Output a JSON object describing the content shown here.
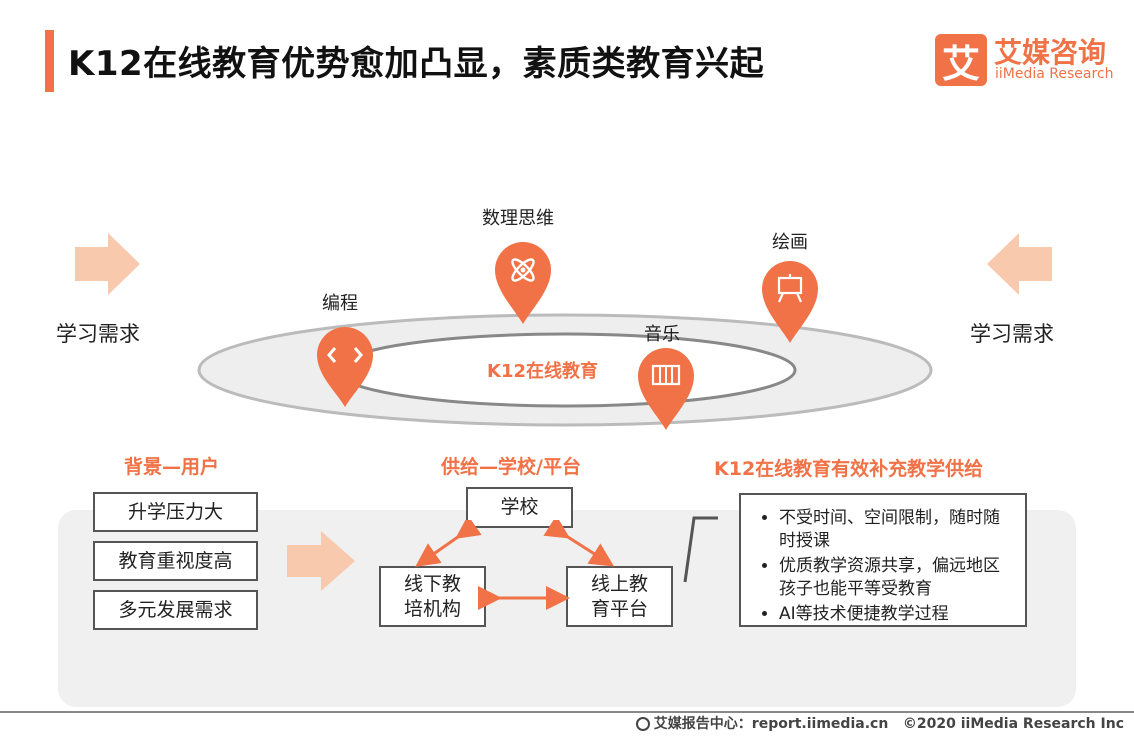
{
  "header": {
    "title": "K12在线教育优势愈加凸显，素质类教育兴起",
    "logo_mark": "艾",
    "logo_cn": "艾媒咨询",
    "logo_en": "iiMedia Research"
  },
  "orbit": {
    "left_demand": "学习需求",
    "right_demand": "学习需求",
    "center_label": "K12在线教育",
    "subjects": [
      {
        "label": "编程",
        "icon": "code-icon"
      },
      {
        "label": "数理思维",
        "icon": "atom-icon"
      },
      {
        "label": "音乐",
        "icon": "piano-icon"
      },
      {
        "label": "绘画",
        "icon": "easel-icon"
      }
    ]
  },
  "background_section": {
    "heading": "背景—用户",
    "items": [
      "升学压力大",
      "教育重视度高",
      "多元发展需求"
    ]
  },
  "supply_section": {
    "heading": "供给—学校/平台",
    "school": "学校",
    "offline": "线下教\n培机构",
    "online": "线上教\n育平台"
  },
  "supplement_section": {
    "heading": "K12在线教育有效补充教学供给",
    "points": [
      "不受时间、空间限制，随时随时授课",
      "优质教学资源共享，偏远地区孩子也能平等受教育",
      "AI等技术便捷教学过程"
    ]
  },
  "footer": {
    "source": "艾媒报告中心：report.iimedia.cn",
    "copyright": "©2020  iiMedia Research  Inc"
  },
  "colors": {
    "accent": "#f07246",
    "arrow_light": "#f9c9ad",
    "ring_fill": "#eeeeee",
    "ring_stroke": "#bbbbbb"
  }
}
